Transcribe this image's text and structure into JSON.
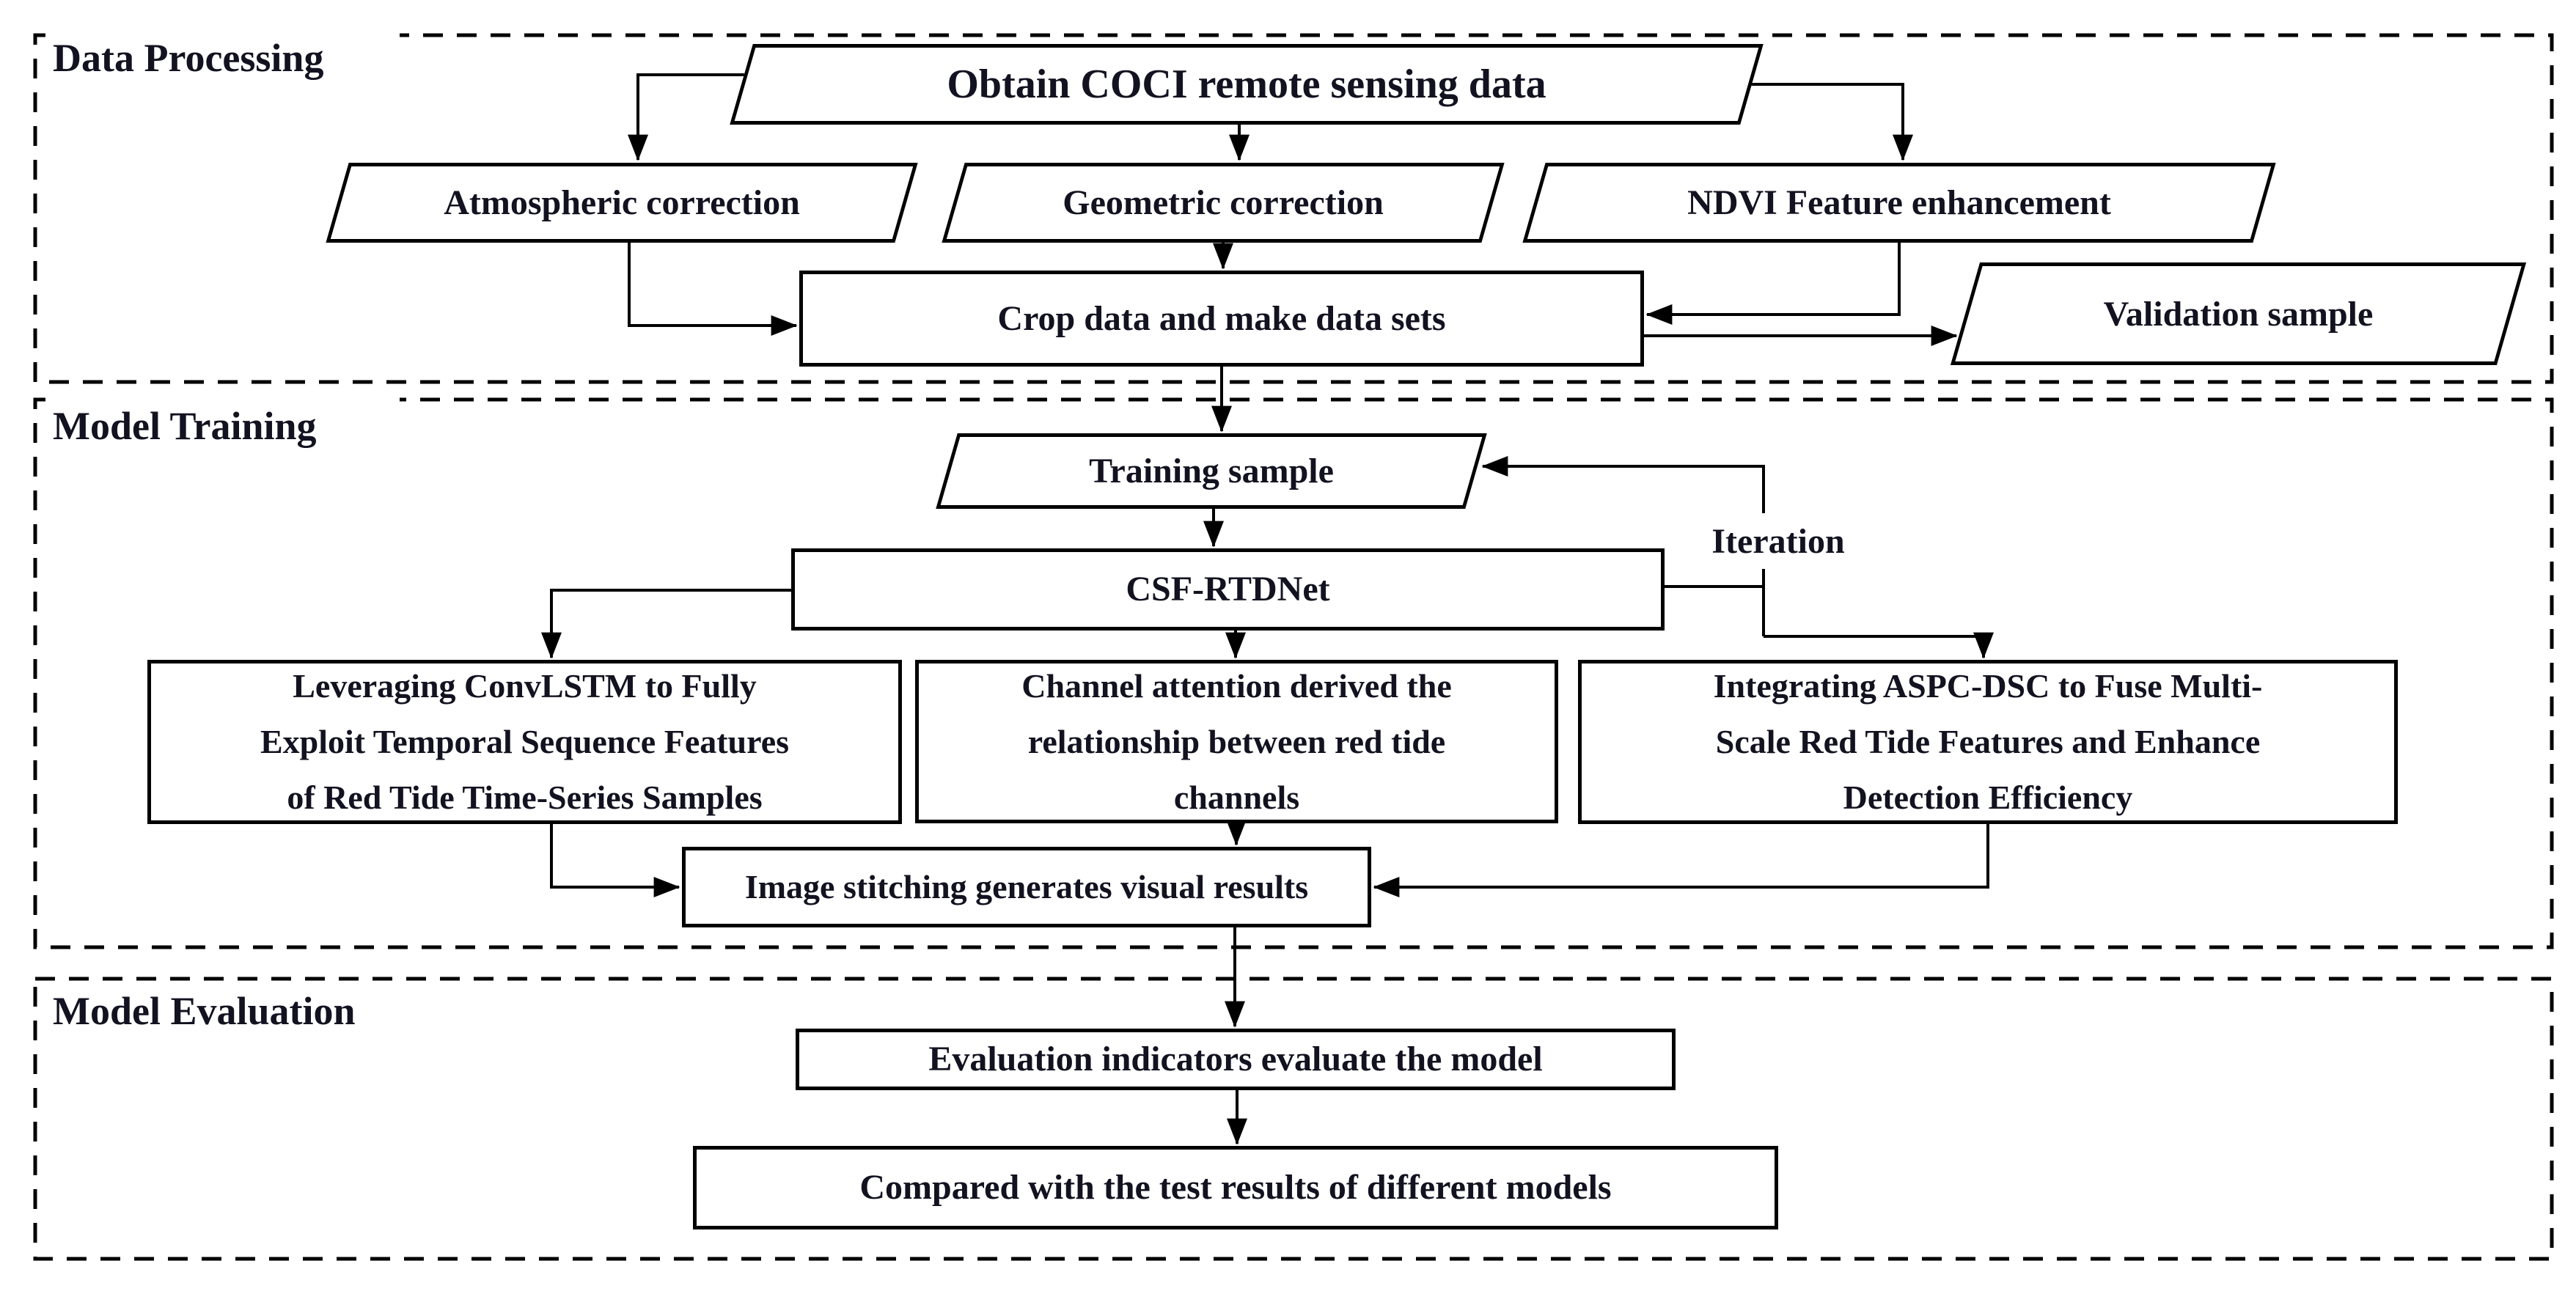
{
  "title": "CSF-RTDNet red tide detection workflow flowchart",
  "colors": {
    "ink": "#121220",
    "line": "#000000",
    "background": "#ffffff"
  },
  "sections": [
    {
      "label": "Data Processing"
    },
    {
      "label": "Model Training"
    },
    {
      "label": "Model Evaluation"
    }
  ],
  "nodes": {
    "obtain": {
      "label": "Obtain COCI remote sensing data",
      "shape": "parallelogram"
    },
    "atmospheric": {
      "label": "Atmospheric correction",
      "shape": "parallelogram"
    },
    "geometric": {
      "label": "Geometric correction",
      "shape": "parallelogram"
    },
    "ndvi": {
      "label": "NDVI Feature enhancement",
      "shape": "parallelogram"
    },
    "crop": {
      "label": "Crop data and make data sets",
      "shape": "rectangle"
    },
    "validation": {
      "label": "Validation sample",
      "shape": "parallelogram"
    },
    "training": {
      "label": "Training sample",
      "shape": "parallelogram"
    },
    "csf": {
      "label": "CSF-RTDNet",
      "shape": "rectangle"
    },
    "iteration": {
      "label": "Iteration"
    },
    "convlstm": {
      "shape": "rectangle",
      "lines": [
        "Leveraging ConvLSTM to Fully",
        "Exploit Temporal Sequence Features",
        "of Red Tide Time-Series Samples"
      ]
    },
    "channel": {
      "shape": "rectangle",
      "lines": [
        "Channel attention derived the",
        "relationship between red tide",
        "channels"
      ]
    },
    "aspc": {
      "shape": "rectangle",
      "lines": [
        "Integrating ASPC-DSC to Fuse Multi-",
        "Scale Red Tide Features and Enhance",
        "Detection Efficiency"
      ]
    },
    "stitching": {
      "label": "Image stitching generates visual results",
      "shape": "rectangle"
    },
    "evaluate": {
      "label": "Evaluation indicators evaluate the model",
      "shape": "rectangle"
    },
    "compared": {
      "label": "Compared with the test results of different models",
      "shape": "rectangle"
    }
  }
}
